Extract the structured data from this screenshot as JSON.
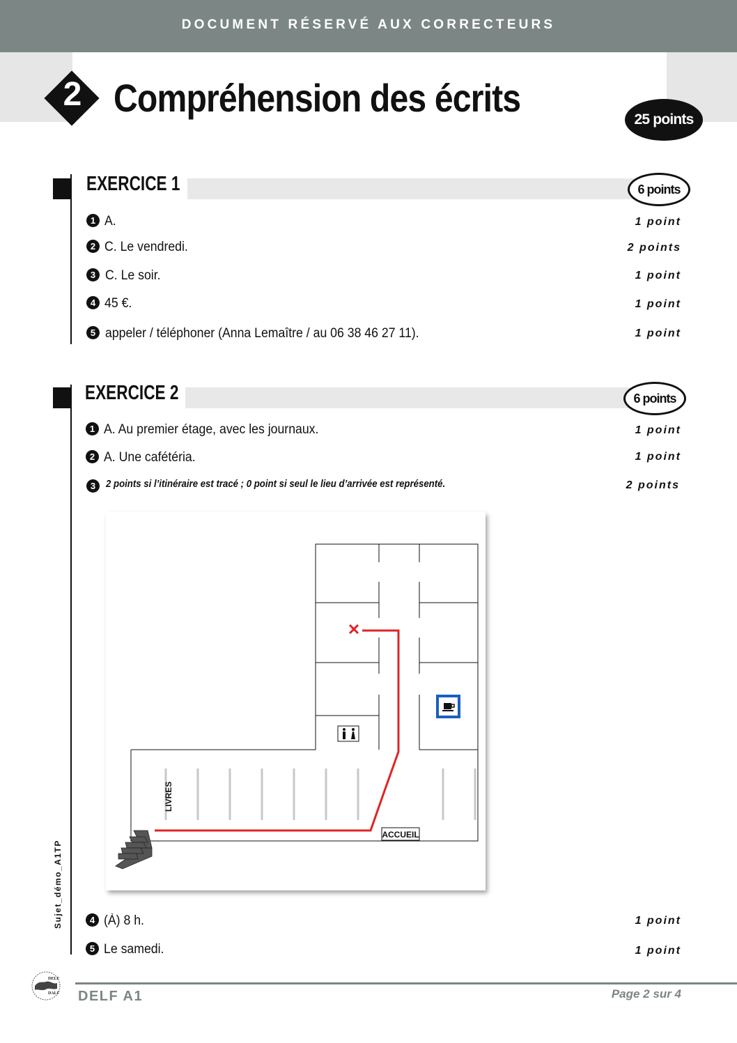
{
  "header": {
    "banner": "DOCUMENT RÉSERVÉ AUX CORRECTEURS",
    "section_number": "2",
    "title": "Compréhension des écrits",
    "total_points": "25 points"
  },
  "exercise1": {
    "title": "EXERCICE 1",
    "points": "6 points",
    "items": [
      {
        "num": "1",
        "answer": "A.",
        "points": "1 point"
      },
      {
        "num": "2",
        "answer": "C. Le vendredi.",
        "points": "2 points"
      },
      {
        "num": "3",
        "answer": "C. Le soir.",
        "points": "1 point"
      },
      {
        "num": "4",
        "answer": "45 €.",
        "points": "1 point"
      },
      {
        "num": "5",
        "answer": "appeler / téléphoner (Anna Lemaître / au 06 38 46 27 11).",
        "points": "1 point"
      }
    ]
  },
  "exercise2": {
    "title": "EXERCICE 2",
    "points": "6 points",
    "items": [
      {
        "num": "1",
        "answer": "A. Au premier étage, avec les journaux.",
        "points": "1 point"
      },
      {
        "num": "2",
        "answer": "A. Une cafétéria.",
        "points": "1 point"
      },
      {
        "num": "3",
        "answer": "2 points si l’itinéraire est tracé ; 0 point si seul le lieu d’arrivée est représenté.",
        "points": "2 points"
      },
      {
        "num": "4",
        "answer": "(À) 8 h.",
        "points": "1 point"
      },
      {
        "num": "5",
        "answer": "Le samedi.",
        "points": "1 point"
      }
    ],
    "map": {
      "label_books": "LIVRES",
      "label_reception": "ACCUEIL",
      "route_color": "#e02424",
      "icons": [
        "restroom-icon",
        "cafe-icon",
        "stairs-icon",
        "arrival-cross-icon"
      ]
    }
  },
  "footer": {
    "exam": "DELF A1",
    "page": "Page 2 sur 4",
    "side_code": "Sujet_démo_A1TP",
    "logo": "DELF DALF"
  },
  "colors": {
    "banner": "#7b8685",
    "band": "#e8e8e8",
    "text": "#111111"
  }
}
